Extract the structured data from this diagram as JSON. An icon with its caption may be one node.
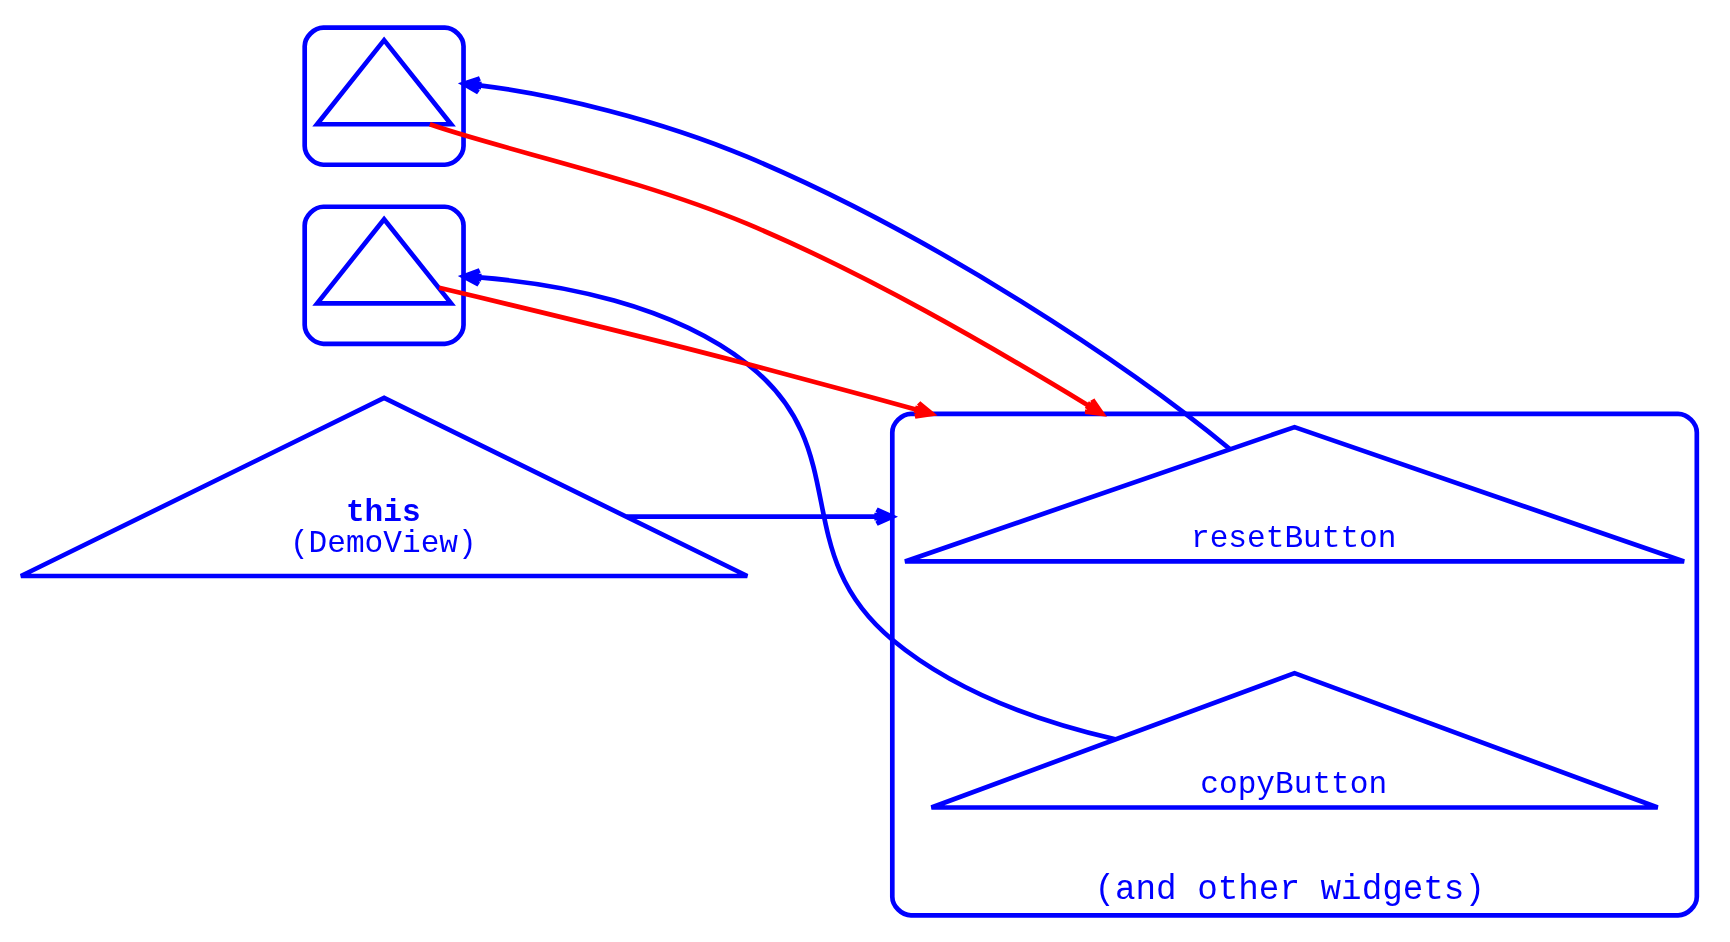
{
  "diagram": {
    "nodes": [
      {
        "text": [
          "(and other widgets)"
        ]
      },
      {
        "text": [
          "resetButton"
        ],
        "in": 0
      },
      {
        "text": [
          "copyButton"
        ],
        "in": 0
      },
      {
        "text": [
          "this",
          "(DemoView)"
        ]
      },
      {
        "text": [],
        "shape": "ellipse"
      },
      {
        "text": [],
        "shape": "triangle",
        "in": 4
      },
      {
        "text": [],
        "shape": "ellipse"
      },
      {
        "text": [],
        "shape": "triangle",
        "in": 6
      }
    ],
    "edges": [
      {
        "from": 3,
        "to": 0,
        "arrow": "to"
      },
      {
        "from": 1,
        "to": 4,
        "arrow": "to"
      },
      {
        "from": 5,
        "to": 0,
        "arrow": "to",
        "color": "#ff0000"
      },
      {
        "from": 2,
        "to": 6,
        "arrow": "to"
      },
      {
        "from": 7,
        "to": 0,
        "arrow": "to",
        "color": "#ff0000"
      }
    ]
  }
}
